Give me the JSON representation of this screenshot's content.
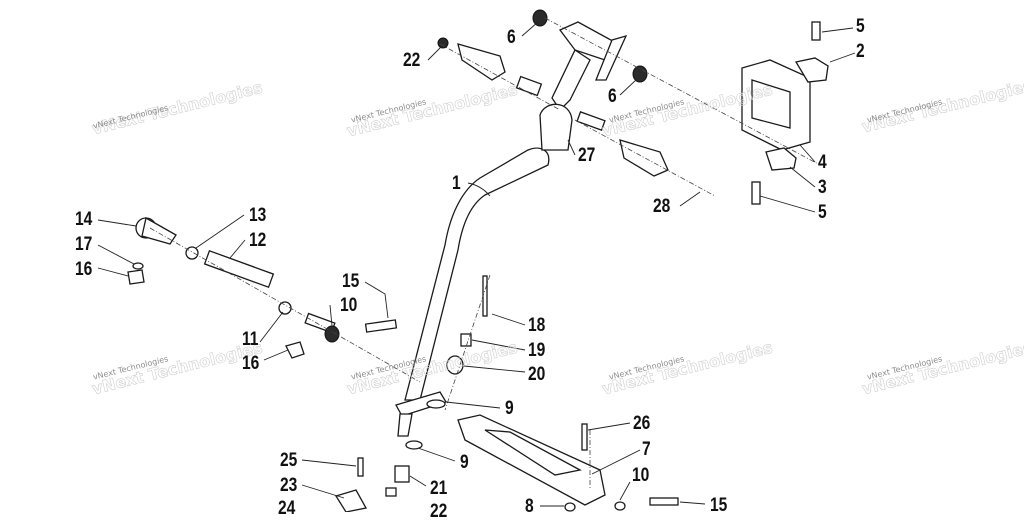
{
  "watermark": {
    "text": "vNext Technologies"
  },
  "callouts": [
    "1",
    "2",
    "3",
    "4",
    "5",
    "5",
    "6",
    "6",
    "7",
    "8",
    "9",
    "9",
    "10",
    "10",
    "11",
    "12",
    "13",
    "14",
    "15",
    "15",
    "16",
    "16",
    "17",
    "18",
    "19",
    "20",
    "21",
    "22",
    "23",
    "24",
    "25",
    "26",
    "27",
    "28",
    "22"
  ]
}
